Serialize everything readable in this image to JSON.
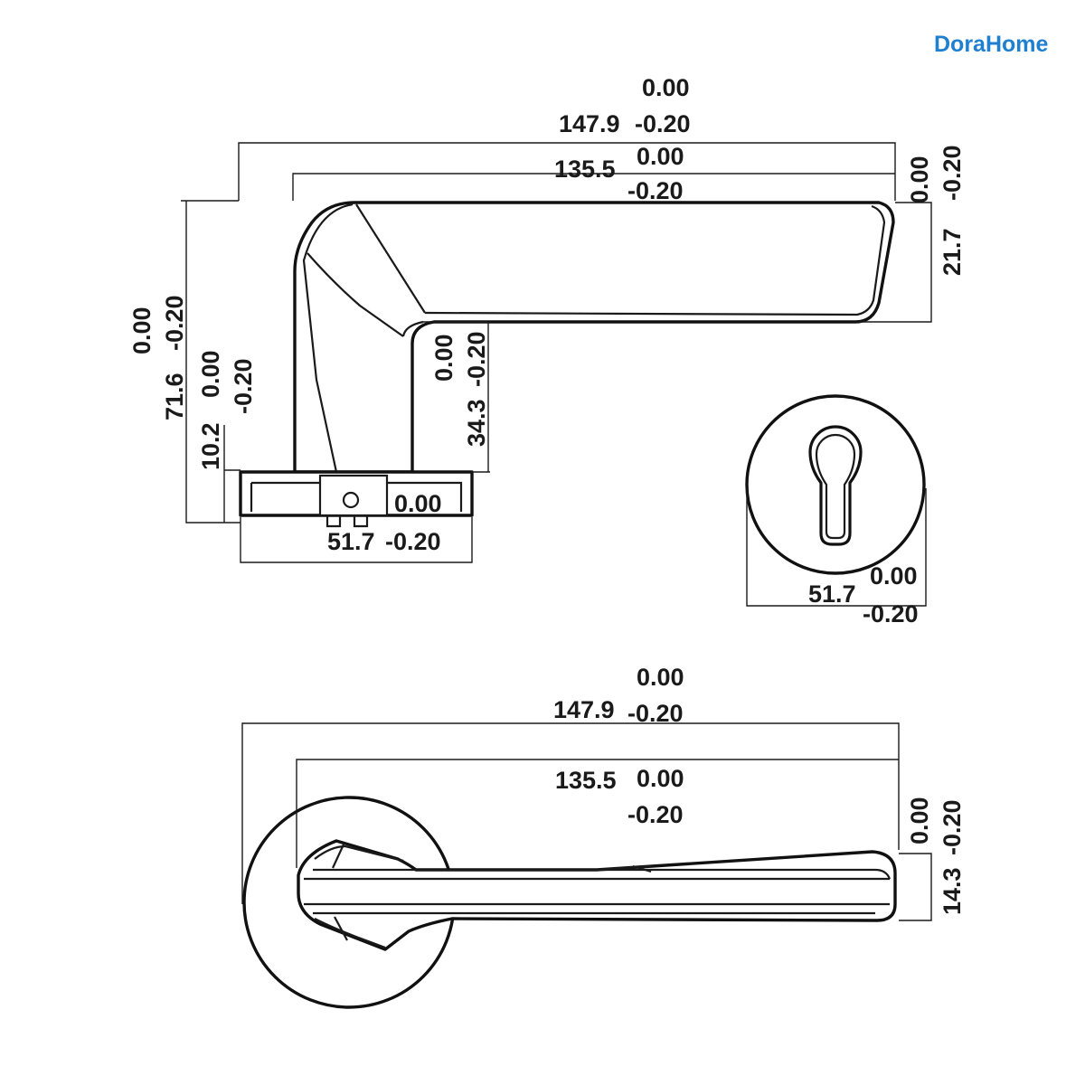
{
  "brand": {
    "name": "DoraHome",
    "color": "#1f7fd0"
  },
  "side_view": {
    "overall_length": "147.9",
    "overall_tol_upper": "0.00",
    "overall_tol_lower": "-0.20",
    "lever_length": "135.5",
    "lever_tol_upper": "0.00",
    "lever_tol_lower": "-0.20",
    "lever_height": "21.7",
    "lever_height_tol_upper": "0.00",
    "lever_height_tol_lower": "-0.20",
    "total_height": "71.6",
    "total_height_tol_upper": "0.00",
    "total_height_tol_lower": "-0.20",
    "base_height": "10.2",
    "base_height_tol_upper": "0.00",
    "base_height_tol_lower": "-0.20",
    "neck_height": "34.3",
    "neck_height_tol_upper": "0.00",
    "neck_height_tol_lower": "-0.20",
    "base_width": "51.7",
    "base_width_tol_upper": "0.00",
    "base_width_tol_lower": "-0.20"
  },
  "escutcheon_view": {
    "diameter": "51.7",
    "diameter_tol_upper": "0.00",
    "diameter_tol_lower": "-0.20"
  },
  "top_view": {
    "overall_length": "147.9",
    "overall_tol_upper": "0.00",
    "overall_tol_lower": "-0.20",
    "lever_length": "135.5",
    "lever_tol_upper": "0.00",
    "lever_tol_lower": "-0.20",
    "lever_width": "14.3",
    "lever_width_tol_upper": "0.00",
    "lever_width_tol_lower": "-0.20"
  }
}
